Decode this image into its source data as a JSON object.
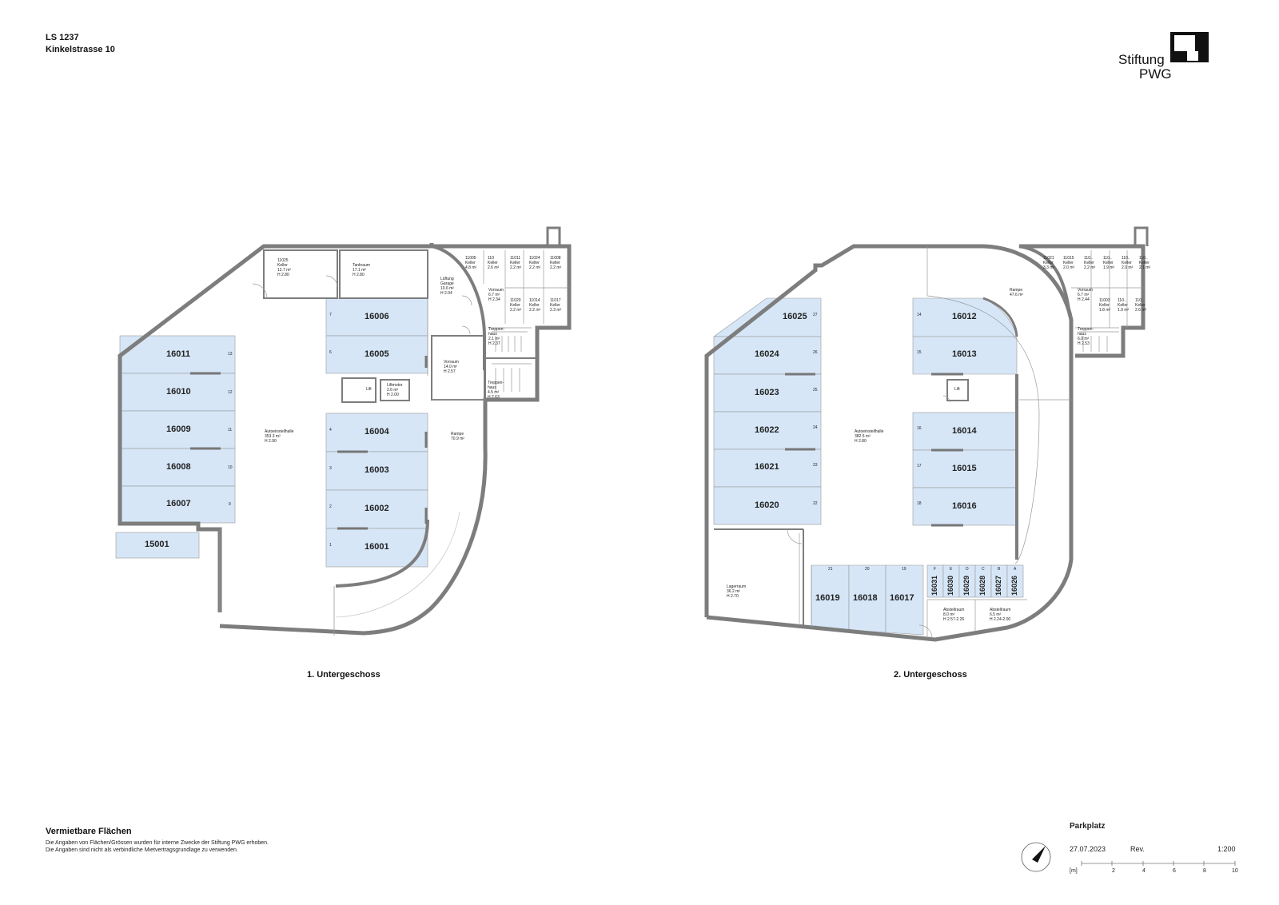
{
  "header": {
    "code": "LS 1237",
    "address": "Kinkelstrasse 10"
  },
  "logo": {
    "line1": "Stiftung",
    "line2": "PWG"
  },
  "floors": [
    {
      "title": "1. Untergeschoss",
      "hall": [
        "Autoeinstellhalle",
        "353.3 m²",
        "H 2.90"
      ],
      "ramp": [
        "Rampe",
        "70.9 m²"
      ]
    },
    {
      "title": "2. Untergeschoss",
      "hall": [
        "Autoeinstellhalle",
        "382.5 m²",
        "H 2.80"
      ],
      "ramp": [
        "Rampe",
        "47.6 m²"
      ]
    }
  ],
  "units": {
    "u16011": "16011",
    "u16010": "16010",
    "u16009": "16009",
    "u16008": "16008",
    "u16007": "16007",
    "u15001": "15001",
    "u16006": "16006",
    "u16005": "16005",
    "u16004": "16004",
    "u16003": "16003",
    "u16002": "16002",
    "u16001": "16001",
    "u16025": "16025",
    "u16024": "16024",
    "u16023": "16023",
    "u16022": "16022",
    "u16021": "16021",
    "u16020": "16020",
    "u16012": "16012",
    "u16013": "16013",
    "u16014": "16014",
    "u16015": "16015",
    "u16016": "16016",
    "u16019": "16019",
    "u16018": "16018",
    "u16017": "16017",
    "u16031": "16031",
    "u16030": "16030",
    "u16029": "16029",
    "u16028": "16028",
    "u16027": "16027",
    "u16026": "16026"
  },
  "slots": {
    "s13": "13",
    "s12": "12",
    "s11": "11",
    "s10": "10",
    "s9": "9",
    "s7": "7",
    "s6": "6",
    "s4": "4",
    "s3": "3",
    "s2": "2",
    "s1": "1",
    "s27": "27",
    "s26": "26",
    "s25": "25",
    "s24": "24",
    "s23": "23",
    "s22": "22",
    "s14": "14",
    "s15": "15",
    "s16": "16",
    "s17": "17",
    "s18": "18",
    "s21": "21",
    "s20": "20",
    "s19": "19",
    "sF": "F",
    "sE": "E",
    "sD": "D",
    "sC": "C",
    "sB": "B",
    "sA": "A"
  },
  "rooms": {
    "k11025": [
      "11025",
      "Keller",
      "12.7 m²",
      "H 2.80"
    ],
    "tank": [
      "Tankraum",
      "17.1 m²",
      "H 2.80"
    ],
    "lueftung": [
      "Lüftung",
      "Garage",
      "10.6 m²",
      "H 2.04"
    ],
    "vorraum1a": [
      "Vorraum",
      "6.7 m²",
      "H 2.34"
    ],
    "treppe1a": [
      "Treppen-",
      "haus",
      "2.1 m²",
      "H 2.37"
    ],
    "vorraum1b": [
      "Vorraum",
      "14.0 m²",
      "H 2.57"
    ],
    "treppe1b": [
      "Treppen-",
      "haus",
      "4.5 m²",
      "H 2.63"
    ],
    "lift1": [
      "Lift"
    ],
    "liftmotor": [
      "Liftmotor",
      "2.6 m²",
      "H 2.00"
    ],
    "k1a": [
      "11005",
      "Keller",
      "4.8 m²"
    ],
    "k1b": [
      "110",
      "Keller",
      "2.6 m²"
    ],
    "k1c": [
      "11011",
      "Keller",
      "2.2 m²"
    ],
    "k1d": [
      "11024",
      "Keller",
      "2.2 m²"
    ],
    "k1e": [
      "11008",
      "Keller",
      "2.2 m²"
    ],
    "k1f": [
      "11020",
      "Keller",
      "2.2 m²"
    ],
    "k1g": [
      "11014",
      "Keller",
      "2.2 m²"
    ],
    "k1h": [
      "11017",
      "Keller",
      "2.3 m²"
    ],
    "lift2": [
      "Lift"
    ],
    "vorraum2": [
      "Vorraum",
      "6.7 m²",
      "H 2.44"
    ],
    "treppe2": [
      "Treppen-",
      "haus",
      "6.0 m²",
      "H 2.53"
    ],
    "lager": [
      "Lagerraum",
      "36.2 m²",
      "H 2.70"
    ],
    "abstell1": [
      "Abstellraum",
      "8.0 m²",
      "H 2.57-2.26"
    ],
    "abstell2": [
      "Abstellraum",
      "6.5 m²",
      "H 2.24-2.00"
    ],
    "k2a": [
      "11021",
      "Keller",
      "3.3 m²"
    ],
    "k2b": [
      "11015",
      "Keller",
      "2.0 m²"
    ],
    "k2c": [
      "110..",
      "Keller",
      "2.2 m²"
    ],
    "k2d": [
      "110..",
      "Keller",
      "1.9 m²"
    ],
    "k2e": [
      "110..",
      "Keller",
      "2.0 m²"
    ],
    "k2f": [
      "110..",
      "Keller",
      "2.1 m²"
    ],
    "k2g": [
      "11003",
      "Keller",
      "1.8 m²"
    ],
    "k2h": [
      "110..",
      "Keller",
      "1.9 m²"
    ],
    "k2i": [
      "110..",
      "Keller",
      "2.6 m²"
    ]
  },
  "footer": {
    "title": "Vermietbare Flächen",
    "note1": "Die Angaben von Flächen/Grössen wurden für interne Zwecke der Stiftung PWG erhoben.",
    "note2": "Die Angaben sind nicht als verbindliche Mietvertragsgrundlage zu verwenden."
  },
  "titleblock": {
    "label": "Parkplatz",
    "date": "27.07.2023",
    "rev": "Rev.",
    "scale": "1:200",
    "unit": "[m]",
    "ticks": [
      "2",
      "4",
      "6",
      "8",
      "10"
    ]
  },
  "colors": {
    "rentable": "#d6e6f7",
    "wall": "#7d7d7d",
    "line": "#9a9a9a"
  }
}
